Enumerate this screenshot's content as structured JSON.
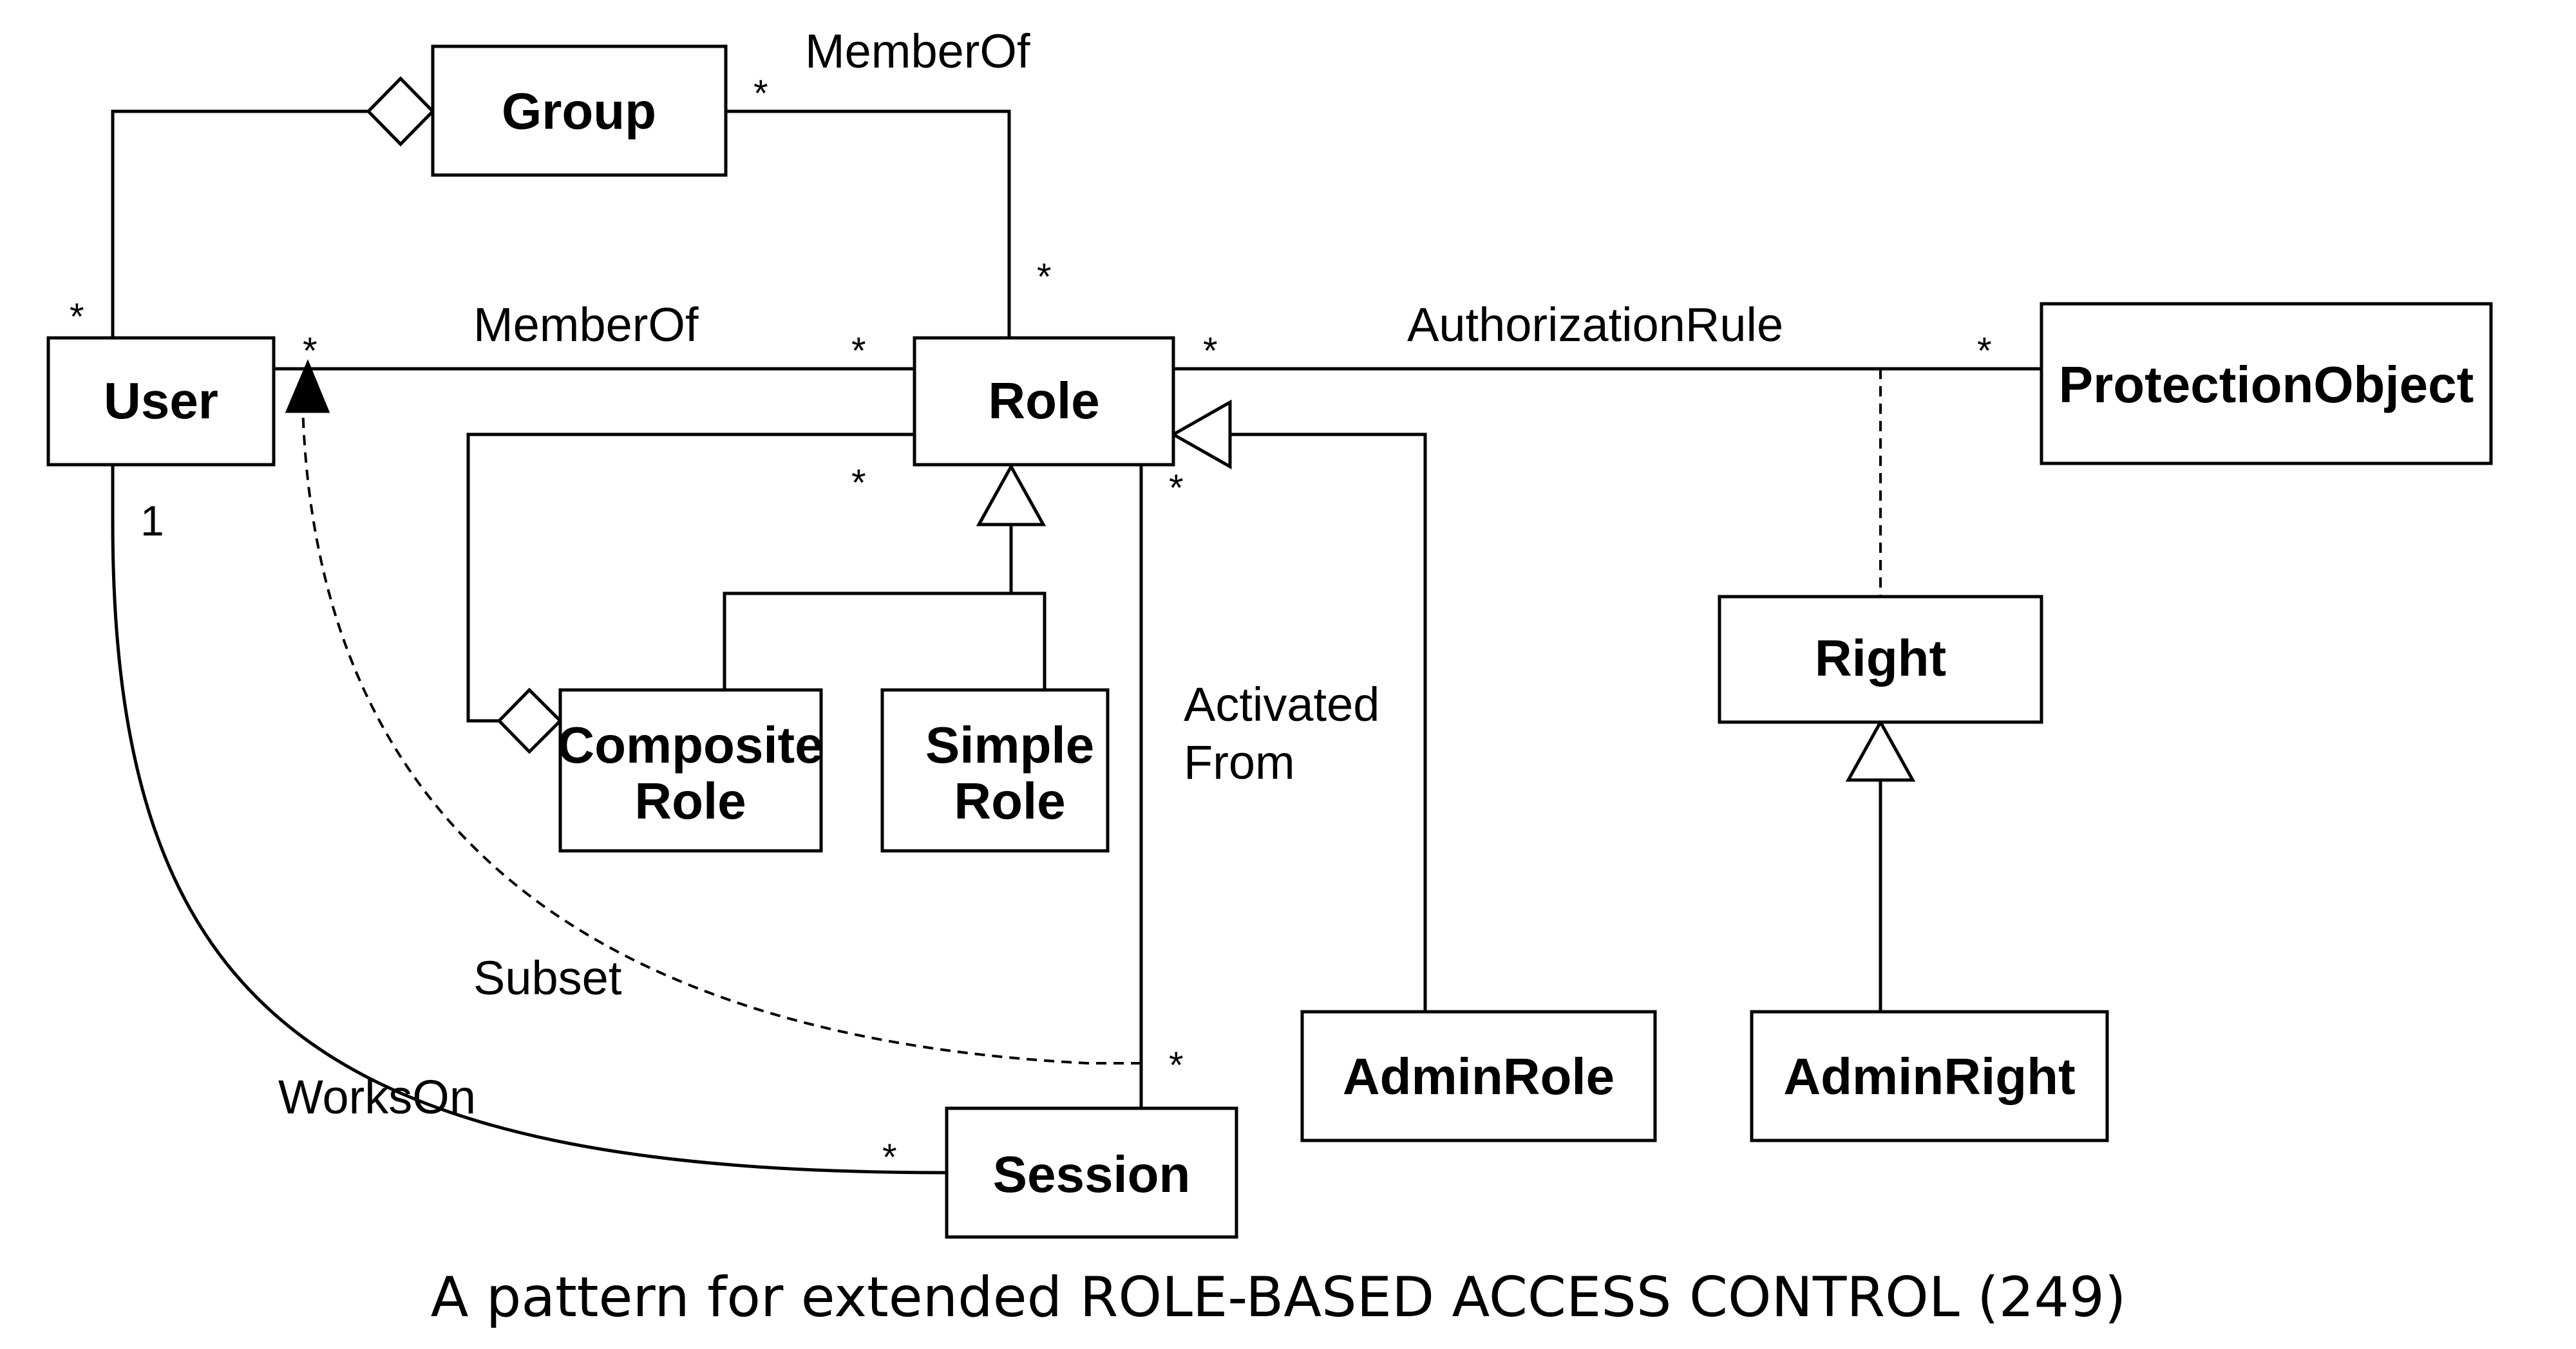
{
  "classes": {
    "group": "Group",
    "user": "User",
    "role": "Role",
    "composite_role": [
      "Composite",
      "Role"
    ],
    "simple_role": [
      "Simple",
      "Role"
    ],
    "protection_object": "ProtectionObject",
    "right": "Right",
    "admin_role": "AdminRole",
    "admin_right": "AdminRight",
    "session": "Session"
  },
  "associations": {
    "member_of_group_role": "MemberOf",
    "member_of_user_role": "MemberOf",
    "authorization_rule": "AuthorizationRule",
    "activated_from": [
      "Activated",
      "From"
    ],
    "subset": "Subset",
    "works_on": "WorksOn"
  },
  "multiplicities": {
    "many": "*",
    "one": "1"
  },
  "caption": "A pattern for extended ROLE-BASED ACCESS CONTROL (249)"
}
